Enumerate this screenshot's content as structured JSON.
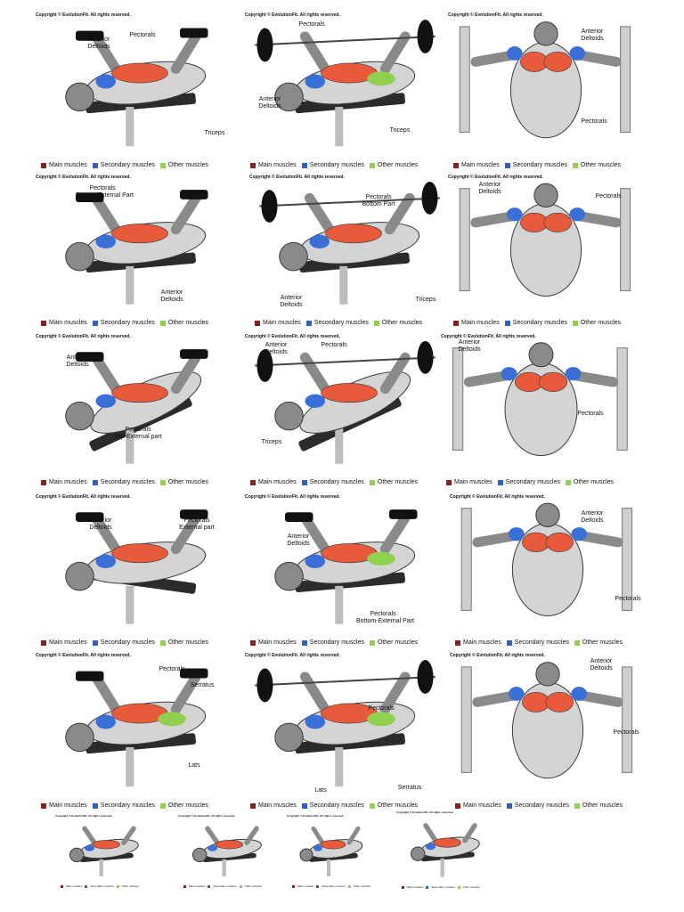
{
  "copyright": "Copyright © EvolutionFit. All rights reserved.",
  "legend": {
    "main": "Main muscles",
    "secondary": "Secondary muscles",
    "other": "Other muscles"
  },
  "colors": {
    "main": "#8b2020",
    "secondary": "#2f5fc4",
    "other": "#8fd14f",
    "muscle_red": "#e85a3c",
    "muscle_blue": "#3b6fd8",
    "muscle_green": "#8fd14f"
  },
  "panels": [
    {
      "labels": [
        "Pectorals",
        "Anterior\nDeltoids",
        "Triceps"
      ]
    },
    {
      "labels": [
        "Pectorals",
        "Anterior\nDeltoids",
        "Triceps"
      ]
    },
    {
      "labels": [
        "Anterior\nDeltoids",
        "Pectorals"
      ]
    },
    {
      "labels": [
        "Pectorals\nBottom-External Part",
        "Anterior\nDeltoids"
      ]
    },
    {
      "labels": [
        "Pectorals\nBottom Part",
        "Anterior\nDeltoids",
        "Triceps"
      ]
    },
    {
      "labels": [
        "Anterior\nDeltoids",
        "Pectorals"
      ]
    },
    {
      "labels": [
        "Anterior\nDeltoids",
        "Pectorals\nTop-External part"
      ]
    },
    {
      "labels": [
        "Anterior\nDeltoids",
        "Pectorals",
        "Triceps"
      ]
    },
    {
      "labels": [
        "Anterior\nDeltoids",
        "Pectorals"
      ]
    },
    {
      "labels": [
        "Anterior\nDeltoids",
        "Pectorals\nExternal part"
      ]
    },
    {
      "labels": [
        "Anterior\nDeltoids",
        "Pectorals\nBottom-External Part"
      ]
    },
    {
      "labels": [
        "Anterior\nDeltoids",
        "Pectorals"
      ]
    },
    {
      "labels": [
        "Pectorals",
        "Serratus",
        "Lats"
      ]
    },
    {
      "labels": [
        "Pectorals",
        "Lats",
        "Serratus"
      ]
    },
    {
      "labels": [
        "Anterior\nDeltoids",
        "Pectorals"
      ]
    },
    {
      "labels": []
    },
    {
      "labels": []
    },
    {
      "labels": []
    },
    {
      "labels": []
    }
  ]
}
